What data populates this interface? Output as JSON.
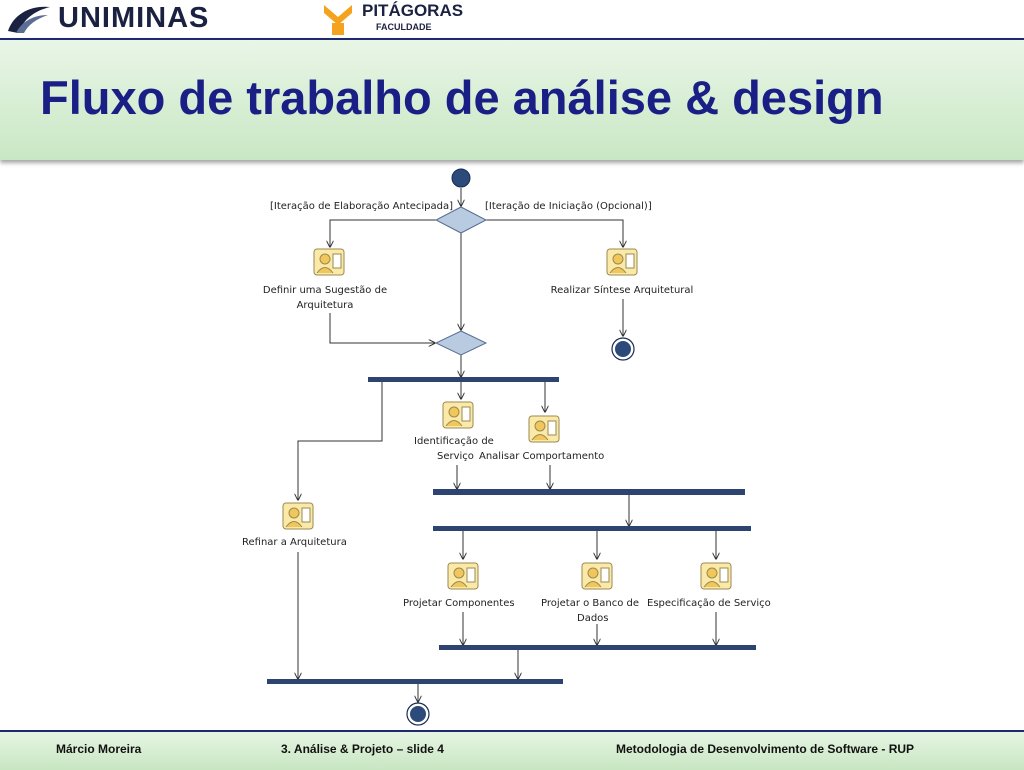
{
  "header": {
    "brand": "UNIMINAS",
    "partner_name": "PITÁGORAS",
    "partner_sub": "FACULDADE",
    "colors": {
      "brand_navy": "#1b2140",
      "partner_orange": "#f5a21e"
    }
  },
  "slide": {
    "title": "Fluxo de trabalho de análise & design"
  },
  "diagram": {
    "guard_elab": "[Iteração de Elaboração Antecipada]",
    "guard_init": "[Iteração de Iniciação (Opcional)]",
    "activities": {
      "definir_l1": "Definir uma Sugestão de",
      "definir_l2": "Arquitetura",
      "sintese": "Realizar Síntese Arquitetural",
      "ident_l1": "Identificação de",
      "ident_l2": "Serviço",
      "analisar": "Analisar Comportamento",
      "refinar": "Refinar a Arquitetura",
      "componentes": "Projetar Componentes",
      "banco_l1": "Projetar o Banco de",
      "banco_l2": "Dados",
      "especificacao": "Especificação de Serviço"
    },
    "colors": {
      "bar": "#2e4470",
      "decision": "#b9cbe0",
      "node": "#2c4a7a",
      "line": "#333333"
    }
  },
  "footer": {
    "author": "Márcio Moreira",
    "slide_ref": "3. Análise & Projeto – slide 4",
    "course": "Metodologia de Desenvolvimento de Software - RUP"
  }
}
